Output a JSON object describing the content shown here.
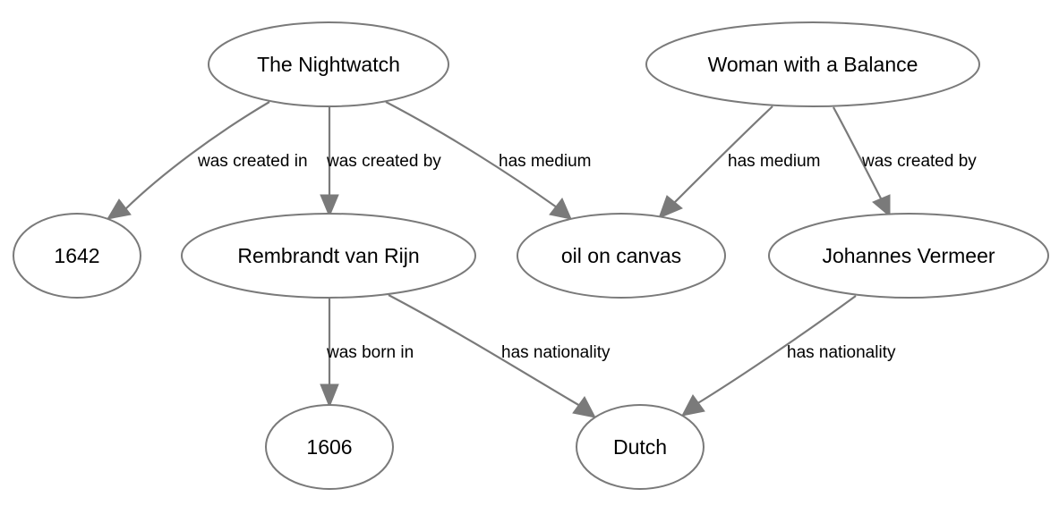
{
  "nodes": {
    "nightwatch": "The Nightwatch",
    "woman_balance": "Woman with a Balance",
    "y1642": "1642",
    "rembrandt": "Rembrandt van Rijn",
    "oil": "oil on canvas",
    "vermeer": "Johannes Vermeer",
    "y1606": "1606",
    "dutch": "Dutch"
  },
  "edges": {
    "nightwatch_created_in": "was created in",
    "nightwatch_created_by": "was created by",
    "nightwatch_medium": "has medium",
    "woman_medium": "has medium",
    "woman_created_by": "was created by",
    "rembrandt_born_in": "was born in",
    "rembrandt_nationality": "has nationality",
    "vermeer_nationality": "has nationality"
  },
  "colors": {
    "stroke": "#7a7a7a",
    "text": "#000000",
    "background": "#ffffff"
  }
}
